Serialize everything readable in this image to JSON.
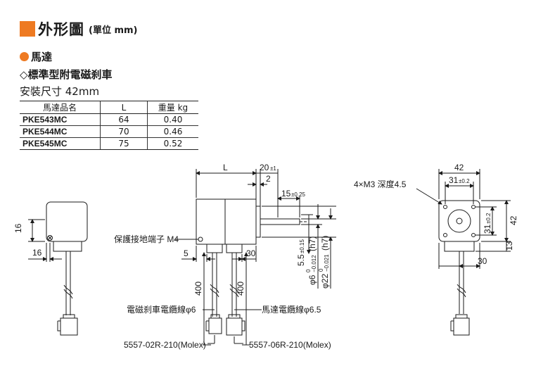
{
  "header": {
    "title": "外形圖",
    "unit": "(單位 mm)"
  },
  "section": {
    "motor": "馬達",
    "type": "◇標準型附電磁刹車",
    "size": "安裝尺寸 42mm"
  },
  "table": {
    "headers": [
      "馬達品名",
      "L",
      "重量 kg"
    ],
    "rows": [
      [
        "PKE543MC",
        "64",
        "0.40"
      ],
      [
        "PKE544MC",
        "70",
        "0.46"
      ],
      [
        "PKE545MC",
        "75",
        "0.52"
      ]
    ]
  },
  "drawing": {
    "side_16_v": "16",
    "side_16_h": "16",
    "dim_L": "L",
    "dim_20": "20",
    "dim_20_tol": "±1",
    "dim_2": "2",
    "dim_15": "15",
    "dim_15_tol": "±0.25",
    "ground_label": "保護接地端子 M4",
    "dim_5": "5",
    "dim_30_mid": "30",
    "dim_55": "5.5",
    "dim_55_tol": "±0.15",
    "dim_phi6": "φ6",
    "dim_phi6_tol_top": "0",
    "dim_phi6_tol_bot": "−0.012",
    "dim_phi6_fit": "(h7)",
    "dim_phi22": "φ22",
    "dim_phi22_tol_top": "0",
    "dim_phi22_tol_bot": "−0.021",
    "dim_phi22_fit": "(h7)",
    "dim_400a": "400",
    "dim_400b": "400",
    "brake_cable": "電磁刹車電纜線φ6",
    "motor_cable": "馬達電纜線φ6.5",
    "conn1": "5557-02R-210(Molex)",
    "conn2": "5557-06R-210(Molex)",
    "dim_42_top": "42",
    "dim_31_top": "31",
    "dim_31_top_tol": "±0.2",
    "holes": "4×M3 深度4.5",
    "dim_31_right": "31",
    "dim_31_right_tol": "±0.2",
    "dim_42_right": "42",
    "dim_13": "13",
    "dim_30_right": "30"
  }
}
